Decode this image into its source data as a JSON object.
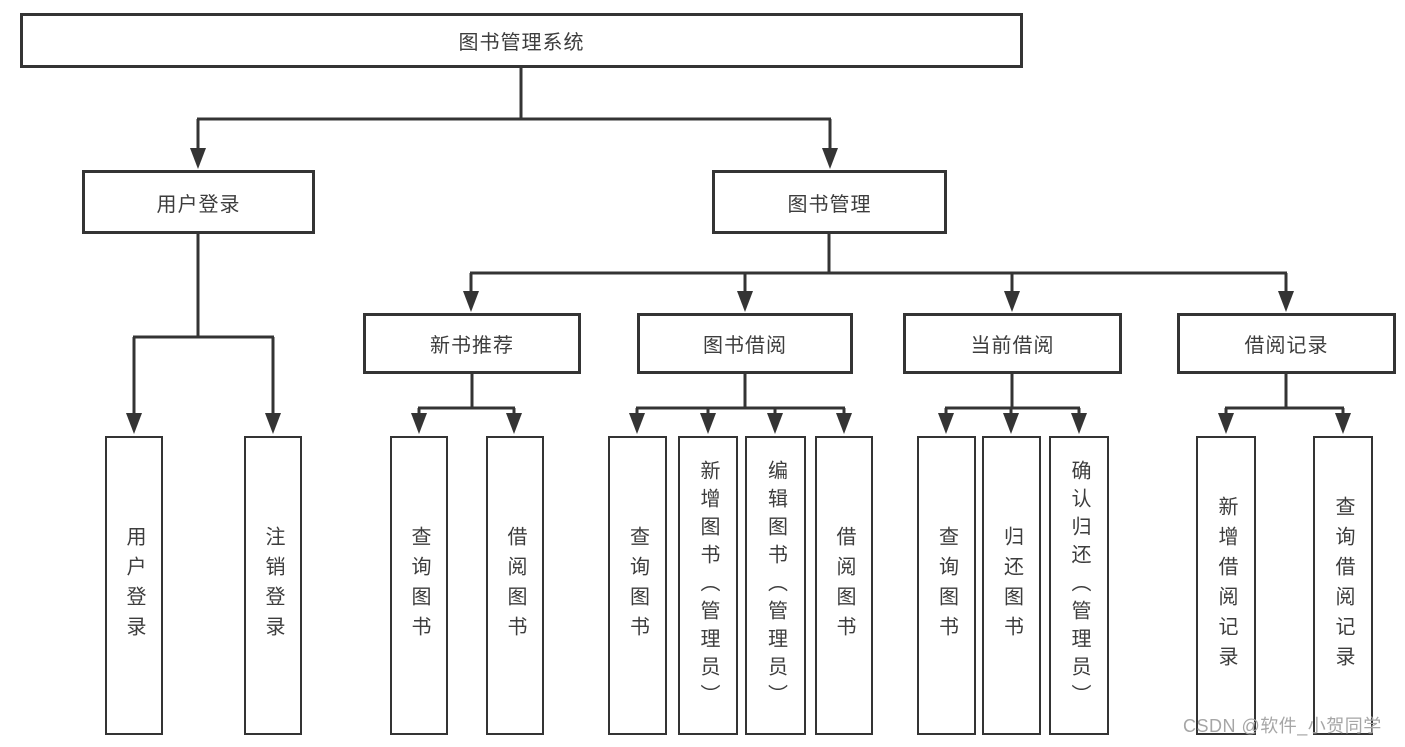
{
  "diagram_type": "hierarchy-tree",
  "tree": {
    "label": "图书管理系统",
    "children": [
      {
        "label": "用户登录",
        "children": [
          {
            "label": "用户登录"
          },
          {
            "label": "注销登录"
          }
        ]
      },
      {
        "label": "图书管理",
        "children": [
          {
            "label": "新书推荐",
            "children": [
              {
                "label": "查询图书"
              },
              {
                "label": "借阅图书"
              }
            ]
          },
          {
            "label": "图书借阅",
            "children": [
              {
                "label": "查询图书"
              },
              {
                "label": "新增图书（管理员）"
              },
              {
                "label": "编辑图书（管理员）"
              },
              {
                "label": "借阅图书"
              }
            ]
          },
          {
            "label": "当前借阅",
            "children": [
              {
                "label": "查询图书"
              },
              {
                "label": "归还图书"
              },
              {
                "label": "确认归还（管理员）"
              }
            ]
          },
          {
            "label": "借阅记录",
            "children": [
              {
                "label": "新增借阅记录"
              },
              {
                "label": "查询借阅记录"
              }
            ]
          }
        ]
      }
    ]
  },
  "watermark": {
    "text": "CSDN @软件_小贺同学"
  },
  "colors": {
    "line": "#343434",
    "box_border": "#343434",
    "text": "#3d3d3d",
    "watermark": "#a6a6a6",
    "background": "#ffffff"
  }
}
